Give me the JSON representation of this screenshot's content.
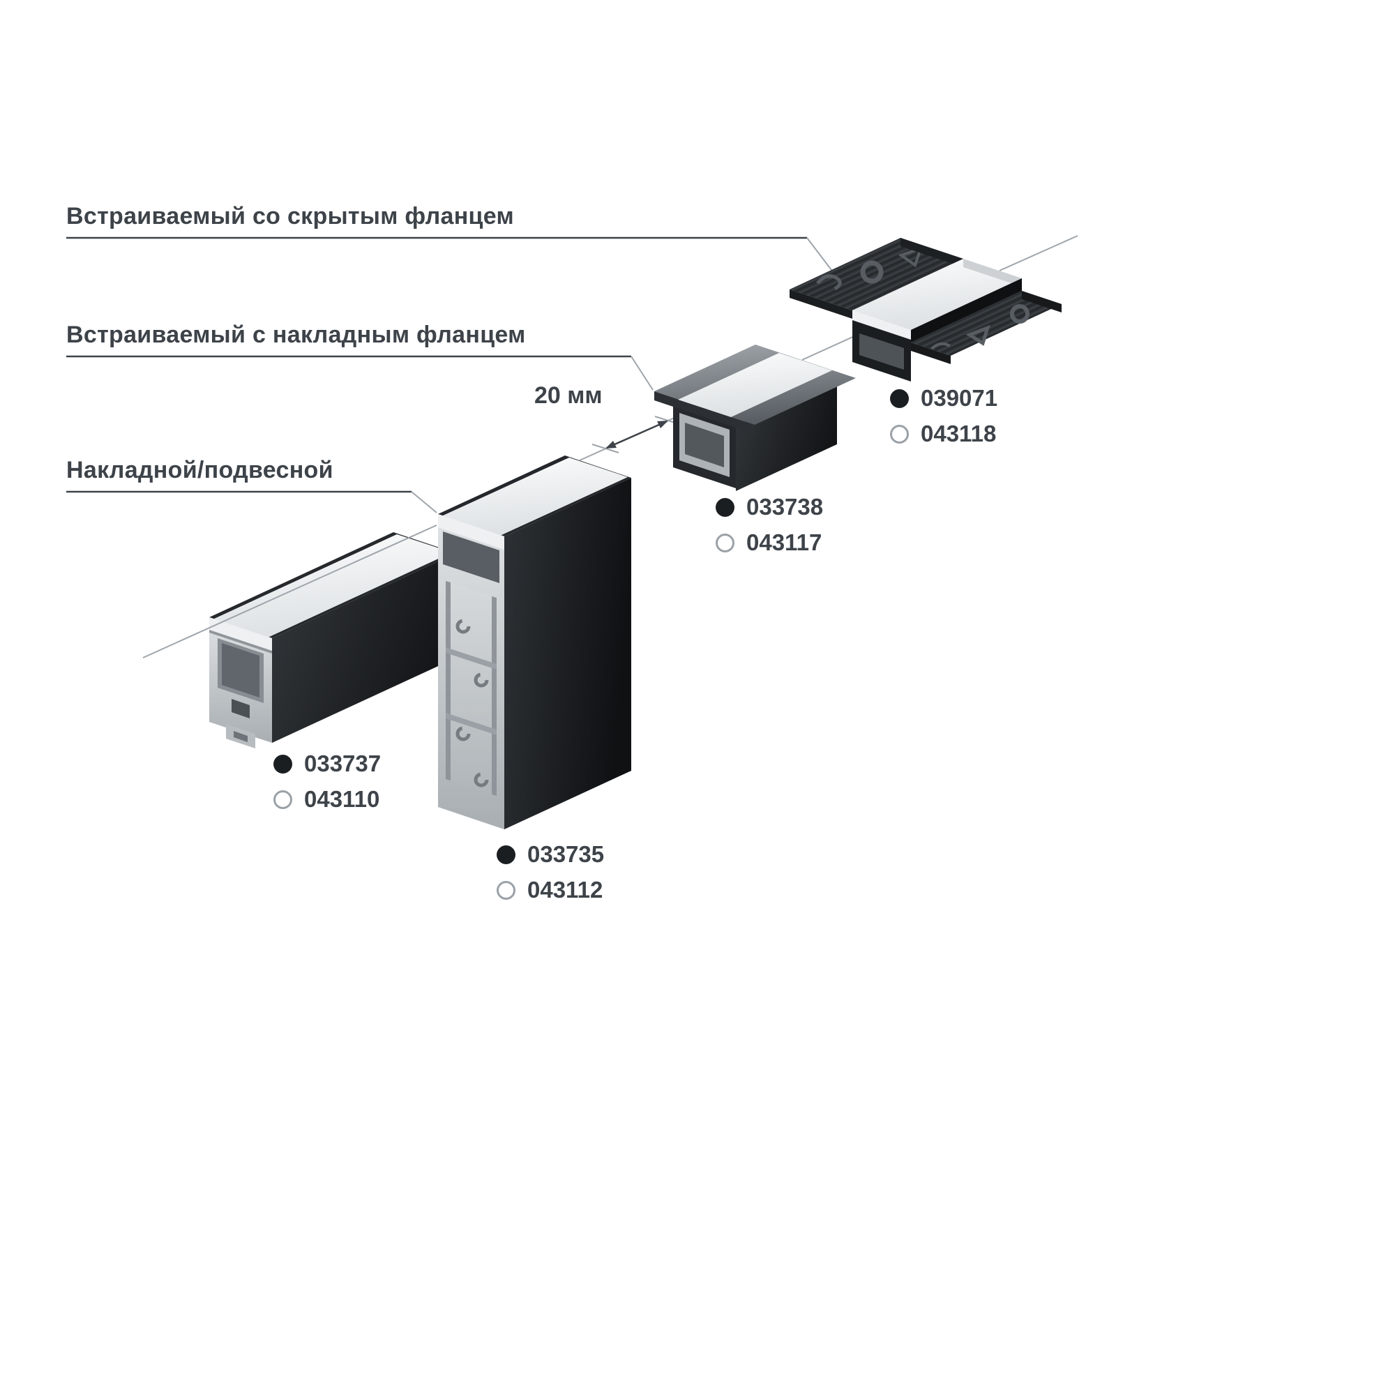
{
  "labels": {
    "recessed_hidden_flange": "Встраиваемый со скрытым фланцем",
    "recessed_surface_flange": "Встраиваемый с накладным фланцем",
    "surface_suspended": "Накладной/подвесной",
    "gap_dimension": "20 мм"
  },
  "products": [
    {
      "black_code": "033737",
      "white_code": "043110"
    },
    {
      "black_code": "033735",
      "white_code": "043112"
    },
    {
      "black_code": "033738",
      "white_code": "043117"
    },
    {
      "black_code": "039071",
      "white_code": "043118"
    }
  ],
  "colors": {
    "text": "#3d4349",
    "underline": "#3d4349",
    "axis_line": "#9ea5ab",
    "black_variant_dot": "#1b1e21",
    "white_variant_dot_border": "#9aa1a7",
    "diffuser": "#f2f4f5",
    "profile_body": "#1b1e20",
    "aluminum": "#c6cbce",
    "felt_panel": "#303438"
  }
}
